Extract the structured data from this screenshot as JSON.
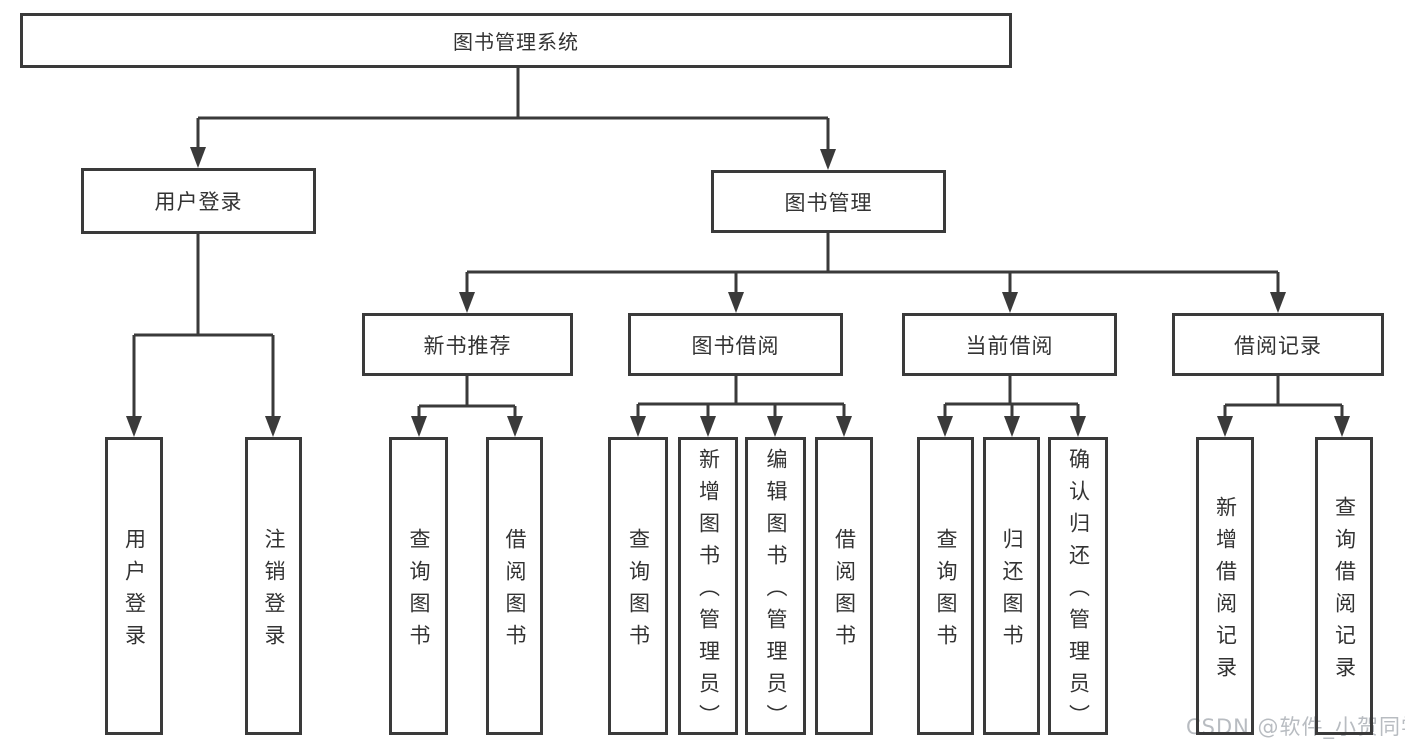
{
  "colors": {
    "line": "#3a3a3a",
    "text": "#333333",
    "watermark": "#b8bcc1"
  },
  "watermark": {
    "text": "CSDN @软件_小贺同学"
  },
  "tree": {
    "root": {
      "label": "图书管理系统",
      "children": [
        {
          "label": "用户登录",
          "children": [
            {
              "label": "用户登录"
            },
            {
              "label": "注销登录"
            }
          ]
        },
        {
          "label": "图书管理",
          "children": [
            {
              "label": "新书推荐",
              "children": [
                {
                  "label": "查询图书"
                },
                {
                  "label": "借阅图书"
                }
              ]
            },
            {
              "label": "图书借阅",
              "children": [
                {
                  "label": "查询图书"
                },
                {
                  "label": "新增图书（管理员）"
                },
                {
                  "label": "编辑图书（管理员）"
                },
                {
                  "label": "借阅图书"
                }
              ]
            },
            {
              "label": "当前借阅",
              "children": [
                {
                  "label": "查询图书"
                },
                {
                  "label": "归还图书"
                },
                {
                  "label": "确认归还（管理员）"
                }
              ]
            },
            {
              "label": "借阅记录",
              "children": [
                {
                  "label": "新增借阅记录"
                },
                {
                  "label": "查询借阅记录"
                }
              ]
            }
          ]
        }
      ]
    }
  }
}
